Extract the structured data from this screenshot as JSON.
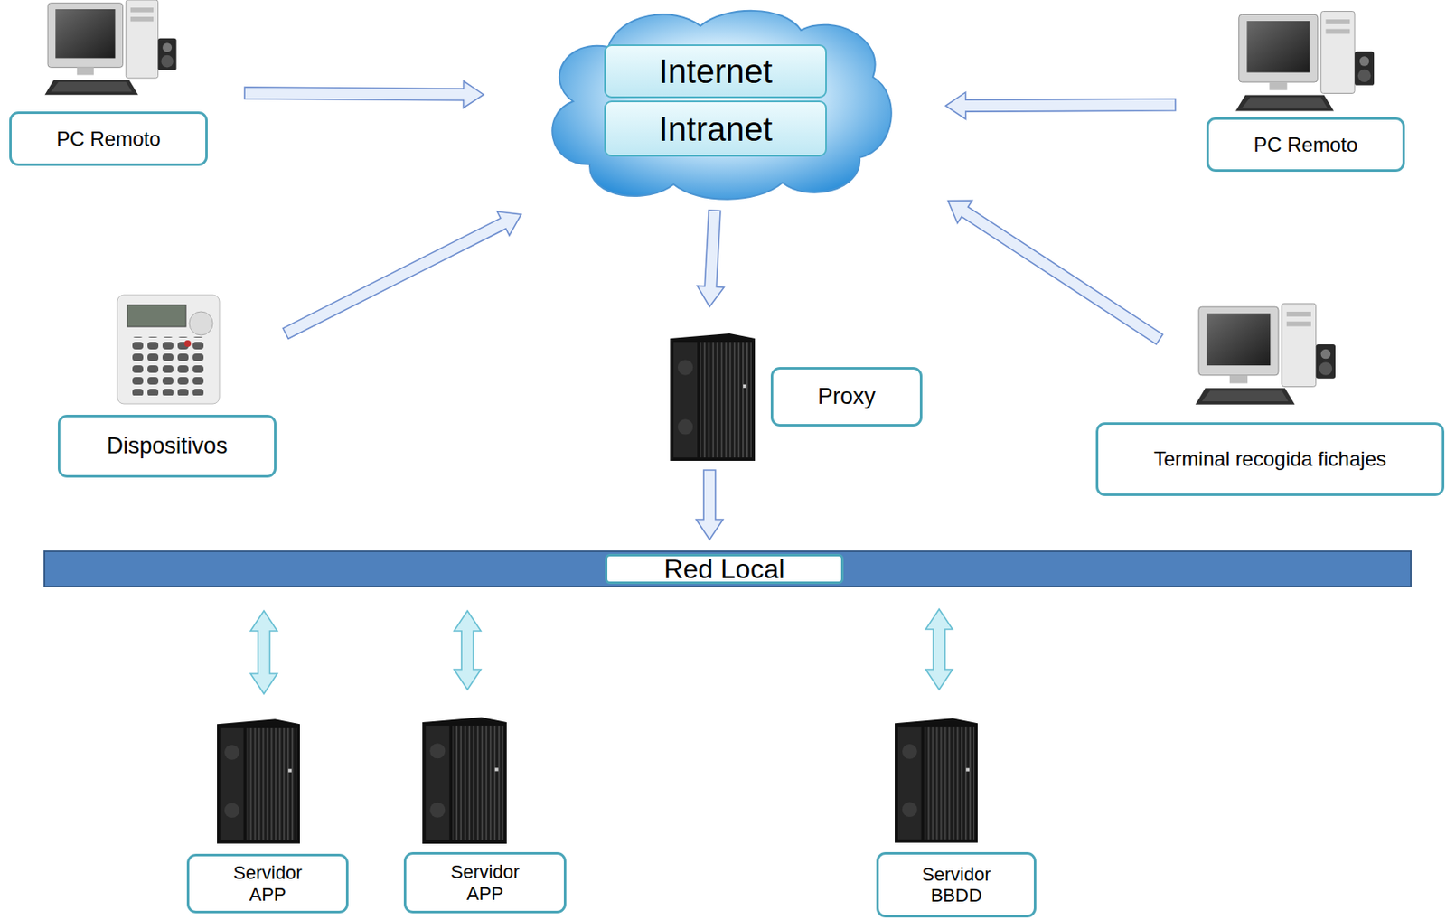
{
  "diagram": {
    "nodes": [
      {
        "text": [
          "PC Remoto"
        ]
      },
      {
        "text": [
          "Internet"
        ]
      },
      {
        "text": [
          "Intranet"
        ]
      },
      {
        "text": [
          "PC Remoto"
        ]
      },
      {
        "text": [
          "Proxy"
        ]
      },
      {
        "text": [
          "Dispositivos"
        ]
      },
      {
        "text": [
          "Terminal recogida fichajes"
        ]
      },
      {
        "text": [
          "Red Local"
        ]
      },
      {
        "text": [
          "Servidor APP"
        ]
      },
      {
        "text": [
          "Servidor APP"
        ]
      },
      {
        "text": [
          "Servidor BBDD"
        ]
      }
    ],
    "edges": [
      {
        "from": 0,
        "to": 1,
        "arrow": "to"
      },
      {
        "from": 3,
        "to": 1,
        "arrow": "to"
      },
      {
        "from": 5,
        "to": 1,
        "arrow": "to"
      },
      {
        "from": 6,
        "to": 1,
        "arrow": "to"
      },
      {
        "from": 2,
        "to": 4,
        "arrow": "to"
      },
      {
        "from": 4,
        "to": 7,
        "arrow": "to"
      },
      {
        "from": 7,
        "to": 8,
        "arrow": "both"
      },
      {
        "from": 7,
        "to": 9,
        "arrow": "both"
      },
      {
        "from": 7,
        "to": 10,
        "arrow": "both"
      }
    ]
  }
}
